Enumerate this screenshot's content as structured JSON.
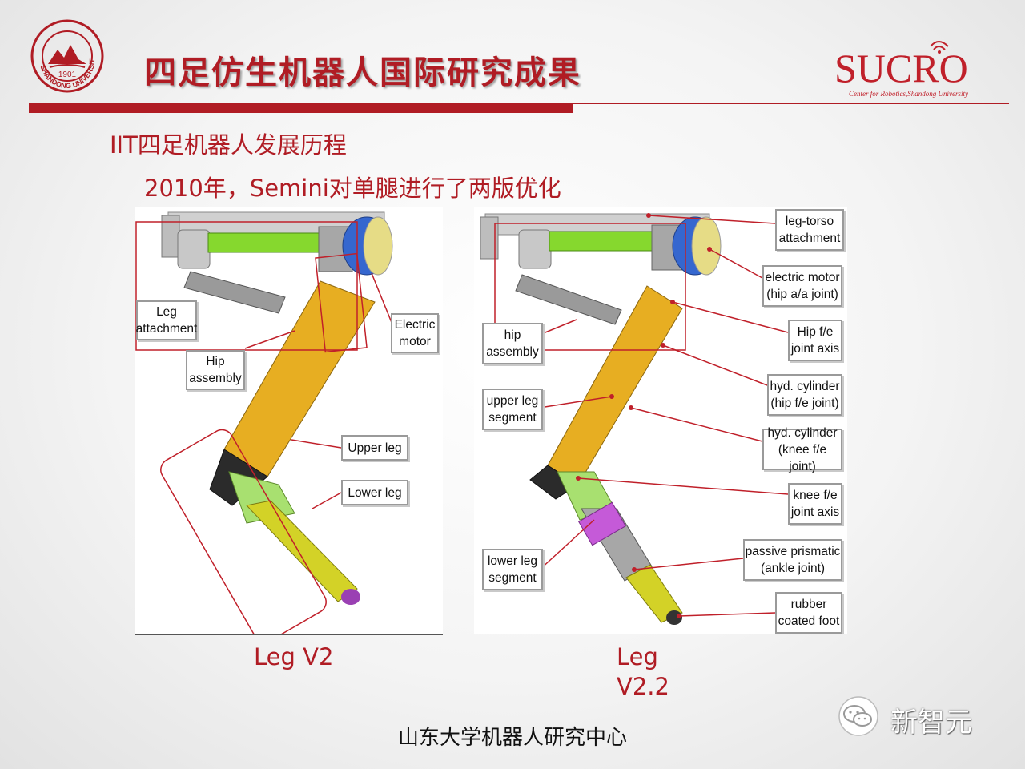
{
  "header": {
    "title": "四足仿生机器人国际研究成果",
    "university_logo": {
      "year": "1901",
      "name": "SHANDONG UNIVERSITY"
    },
    "sucro_logo": {
      "name": "SUCRO",
      "tagline": "Center for Robotics,Shandong University"
    }
  },
  "subtitle": "IIT四足机器人发展历程",
  "subheading": "2010年，Semini对单腿进行了两版优化",
  "left_diagram": {
    "callouts": {
      "leg_attachment": "Leg\nattachment",
      "hip_assembly": "Hip\nassembly",
      "electric_motor": "Electric\nmotor",
      "upper_leg": "Upper leg",
      "lower_leg": "Lower leg"
    },
    "caption": "Leg V2"
  },
  "right_diagram": {
    "callouts": {
      "leg_torso": "leg-torso\nattachment",
      "electric_motor": "electric motor\n(hip a/a joint)",
      "hip_fe_axis": "Hip f/e\njoint axis",
      "hyd_hip": "hyd. cylinder\n(hip f/e joint)",
      "hyd_knee": "hyd. cylinder\n(knee f/e joint)",
      "knee_axis": "knee f/e\njoint axis",
      "passive": "passive prismatic\n(ankle joint)",
      "rubber": "rubber\ncoated foot",
      "hip_assembly": "hip\nassembly",
      "upper_leg": "upper leg\nsegment",
      "lower_leg": "lower leg\nsegment"
    },
    "caption": "Leg\nV2.2"
  },
  "footer": "山东大学机器人研究中心",
  "watermark": {
    "icon": "wechat-icon",
    "text": "新智元"
  },
  "colors": {
    "accent": "#b01c24",
    "callout_line": "#c0202a",
    "frame": "#c8c8c8",
    "upper_leg": "#e8b020",
    "lower_leg": "#a8e070",
    "shaft": "#88d830",
    "motor": "#3a6ad0",
    "foot": "#d8d020",
    "foot_tip": "#9040b0"
  }
}
